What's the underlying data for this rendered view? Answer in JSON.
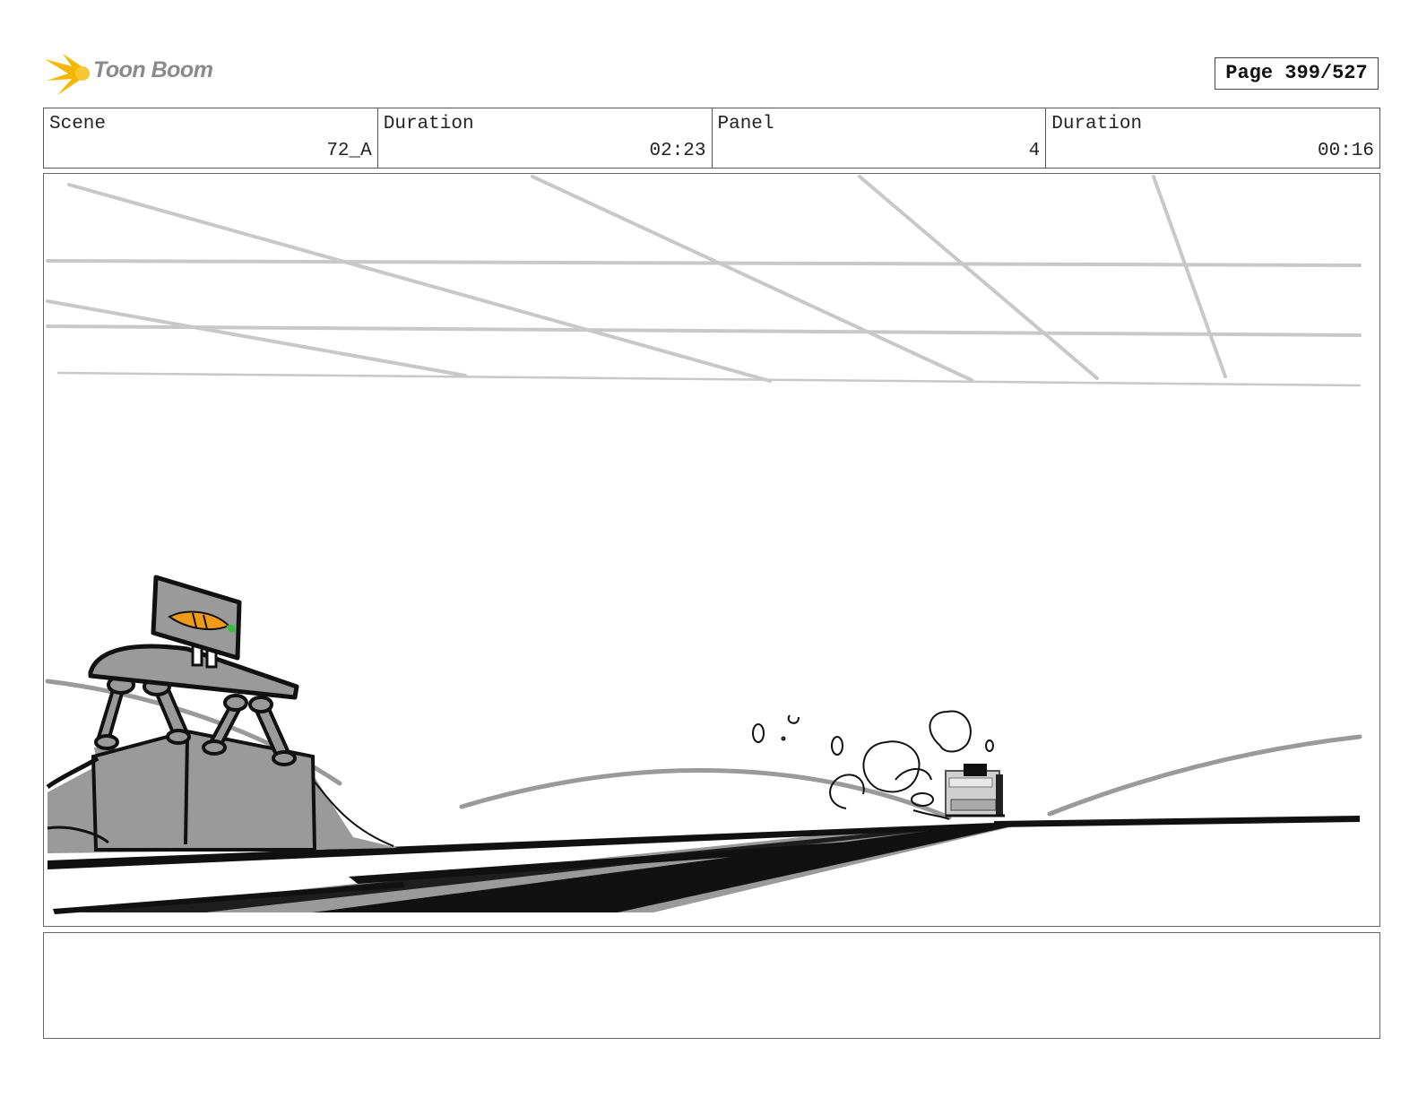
{
  "header": {
    "logo_text": "Toon Boom",
    "page_label": "Page 399/527"
  },
  "info": {
    "scene_label": "Scene",
    "scene_value": "72_A",
    "scene_duration_label": "Duration",
    "scene_duration_value": "02:23",
    "panel_label": "Panel",
    "panel_value": "4",
    "panel_duration_label": "Duration",
    "panel_duration_value": "00:16"
  },
  "notes": {
    "text": ""
  },
  "colors": {
    "logo_flame": "#f5b800",
    "logo_text": "#8a8a8a",
    "sketch_gray": "#9a9a9a",
    "ceiling_line": "#c8c8c8",
    "carrot": "#f09a1a",
    "carrot_leaf": "#3bbf3b"
  },
  "icons": {
    "logo": "toon-boom-flame-icon"
  }
}
